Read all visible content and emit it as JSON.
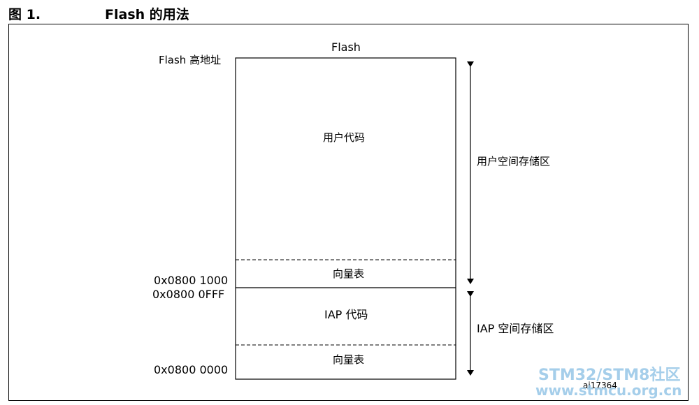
{
  "figure": {
    "number": "图 1.",
    "title": "Flash 的用法",
    "column_label": "Flash",
    "id_tag": "ai17364"
  },
  "addresses": {
    "high": "Flash 高地址",
    "a1000": "0x0800 1000",
    "a0fff": "0x0800 0FFF",
    "a0000": "0x0800 0000"
  },
  "blocks": {
    "user_code": "用户代码",
    "vector_table_user": "向量表",
    "iap_code": "IAP 代码",
    "vector_table_iap": "向量表"
  },
  "ranges": {
    "user_area": "用户空间存储区",
    "iap_area": "IAP 空间存储区"
  },
  "watermark": {
    "line1": "STM32/STM8社区",
    "line2": "www.stmcu.org.cn"
  }
}
